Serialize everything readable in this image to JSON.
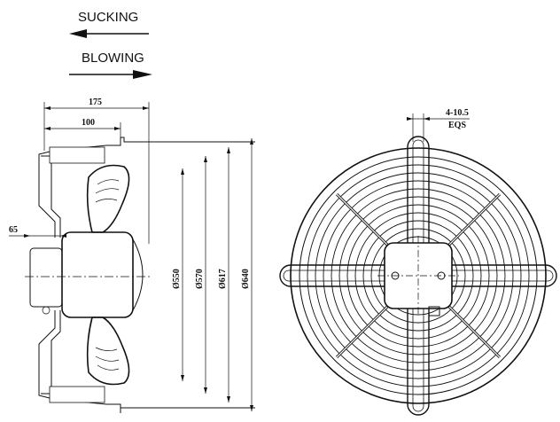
{
  "legend": {
    "sucking": "SUCKING",
    "blowing": "BLOWING"
  },
  "side_view": {
    "dims_top": [
      "175",
      "100"
    ],
    "dim_left": "65",
    "diameters": [
      "Ø550",
      "Ø570",
      "Ø617",
      "Ø640"
    ]
  },
  "front_view": {
    "holes": "4-10.5",
    "eqs": "EQS"
  },
  "colors": {
    "line": "#111111",
    "background": "#ffffff"
  }
}
